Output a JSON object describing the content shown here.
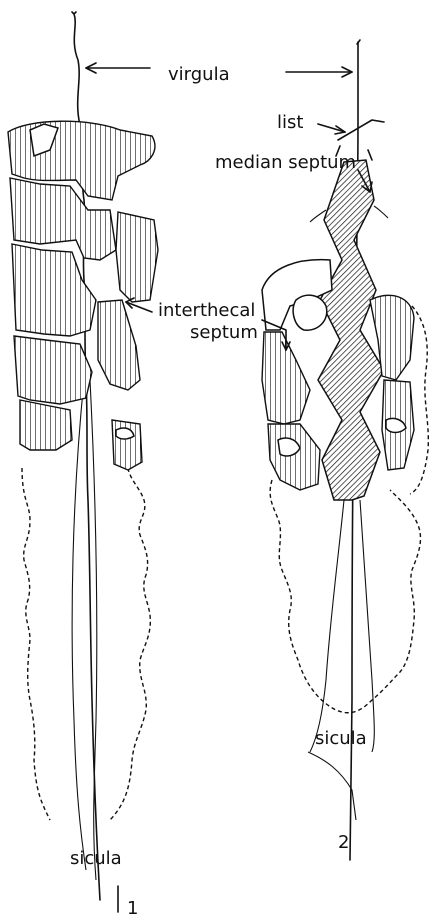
{
  "labels": {
    "virgula": "virgula",
    "list": "list",
    "median_septum": "median septum",
    "interthecal_line1": "interthecal",
    "interthecal_line2": "septum",
    "sicula_1": "sicula",
    "sicula_2": "sicula",
    "figure_1": "1",
    "figure_2": "2"
  }
}
